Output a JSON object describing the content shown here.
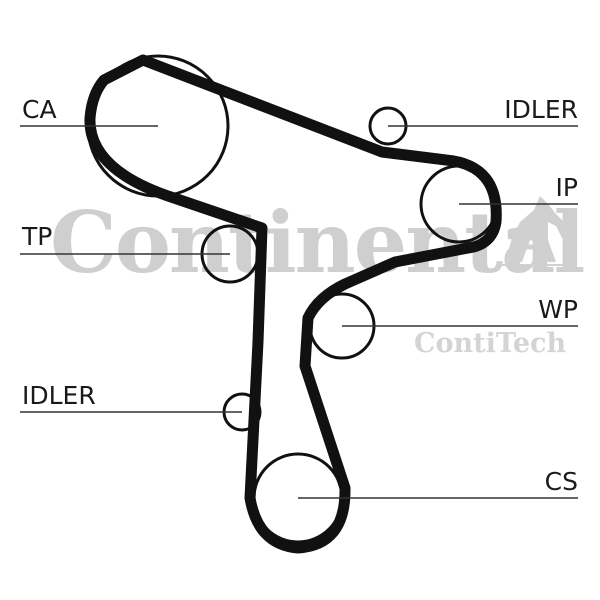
{
  "labels": {
    "ca": "CA",
    "idler_top": "IDLER",
    "ip": "IP",
    "tp": "TP",
    "wp": "WP",
    "idler_bottom": "IDLER",
    "cs": "CS"
  },
  "watermark": {
    "brand": "Continental",
    "division": "ContiTech"
  }
}
